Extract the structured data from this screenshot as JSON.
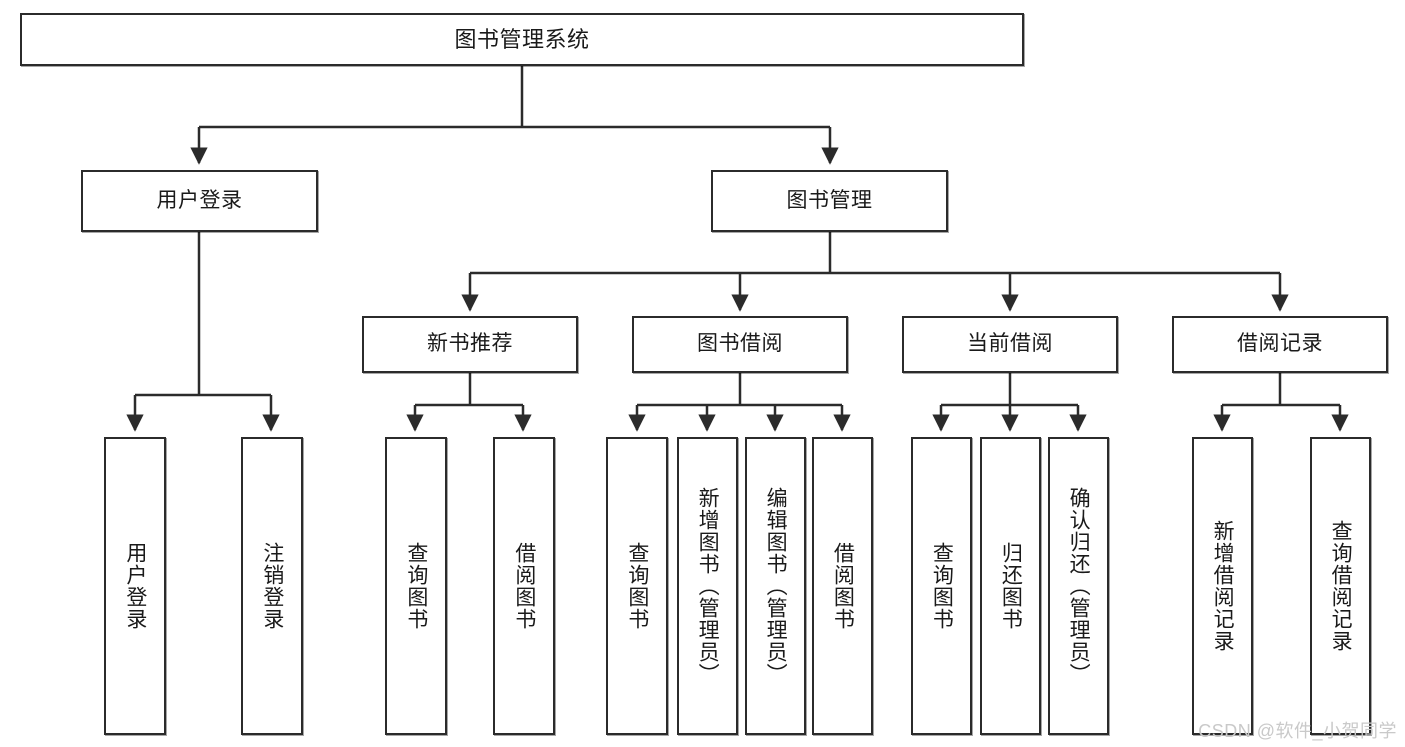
{
  "diagram": {
    "title": "图书管理系统",
    "watermark": "CSDN @软件_小贺同学",
    "colors": {
      "border": "#2b2b2b",
      "background": "#ffffff",
      "text": "#1a1a1a",
      "connector": "#2b2b2b",
      "watermark": "#c9c9c9"
    },
    "root": {
      "label": "图书管理系统"
    },
    "level1": [
      {
        "label": "用户登录"
      },
      {
        "label": "图书管理"
      }
    ],
    "level2": [
      {
        "label": "新书推荐"
      },
      {
        "label": "图书借阅"
      },
      {
        "label": "当前借阅"
      },
      {
        "label": "借阅记录"
      }
    ],
    "leaves": {
      "user_login": [
        {
          "label": "用户登录"
        },
        {
          "label": "注销登录"
        }
      ],
      "new_book_recommend": [
        {
          "label": "查询图书"
        },
        {
          "label": "借阅图书"
        }
      ],
      "book_borrow": [
        {
          "label": "查询图书"
        },
        {
          "label": "新增图书（管理员）"
        },
        {
          "label": "编辑图书（管理员）"
        },
        {
          "label": "借阅图书"
        }
      ],
      "current_borrow": [
        {
          "label": "查询图书"
        },
        {
          "label": "归还图书"
        },
        {
          "label": "确认归还（管理员）"
        }
      ],
      "borrow_record": [
        {
          "label": "新增借阅记录"
        },
        {
          "label": "查询借阅记录"
        }
      ]
    }
  }
}
